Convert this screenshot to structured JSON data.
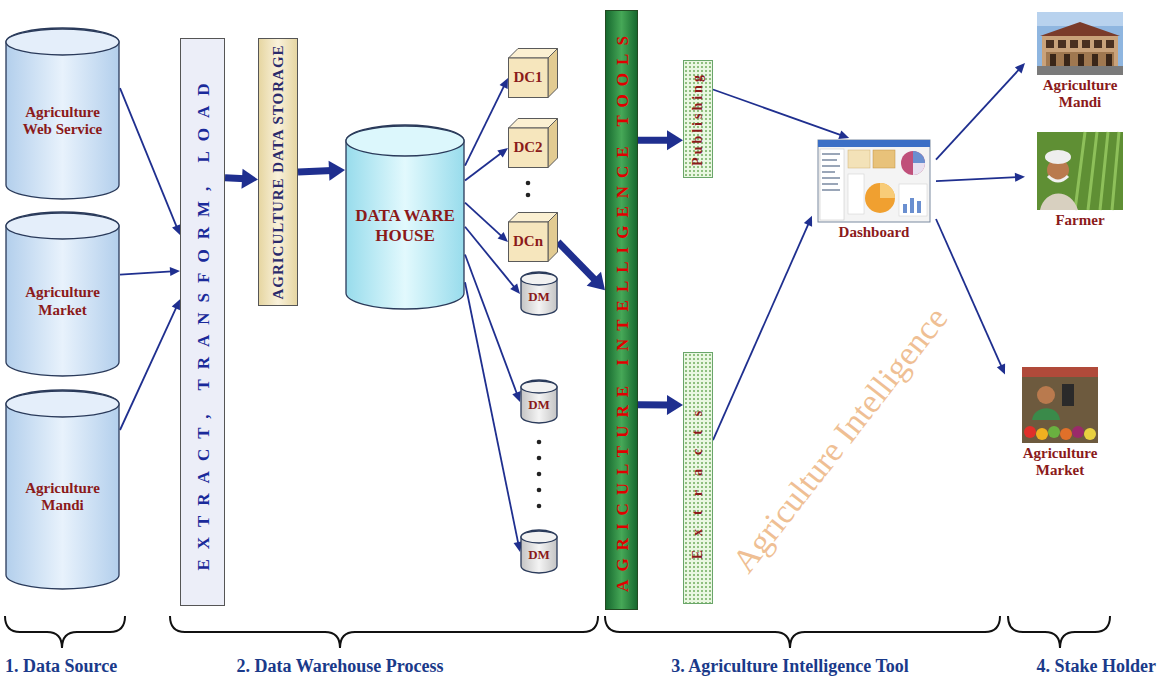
{
  "diagram": {
    "nodes": [
      {
        "text": [
          "Agriculture Web Service"
        ]
      },
      {
        "text": [
          "Agriculture Market"
        ]
      },
      {
        "text": [
          "Agriculture Mandi"
        ]
      },
      {
        "text": [
          "EXTRACT, TRANSFORM, LOAD"
        ]
      },
      {
        "text": [
          "AGRICULTURE DATA STORAGE"
        ]
      },
      {
        "text": [
          "DATA WARE HOUSE"
        ]
      },
      {
        "text": [
          "DC1"
        ]
      },
      {
        "text": [
          "DC2"
        ]
      },
      {
        "text": [
          "DCn"
        ]
      },
      {
        "text": [
          "DM"
        ]
      },
      {
        "text": [
          "DM"
        ]
      },
      {
        "text": [
          "DM"
        ]
      },
      {
        "text": [
          "AGRICULTURE INTELLIGENCE TOOLS"
        ]
      },
      {
        "text": [
          "Publishing"
        ]
      },
      {
        "text": [
          "Extracts"
        ]
      },
      {
        "text": [
          "Dashboard"
        ]
      },
      {
        "text": [
          "Agriculture Mandi"
        ]
      },
      {
        "text": [
          "Farmer"
        ]
      },
      {
        "text": [
          "Agriculture Market"
        ]
      }
    ],
    "edges": [
      {
        "from": 0,
        "to": 3,
        "arrow": "to"
      },
      {
        "from": 1,
        "to": 3,
        "arrow": "to"
      },
      {
        "from": 2,
        "to": 3,
        "arrow": "to"
      },
      {
        "from": 3,
        "to": 4,
        "arrow": "to"
      },
      {
        "from": 4,
        "to": 5,
        "arrow": "to"
      },
      {
        "from": 5,
        "to": 6,
        "arrow": "to"
      },
      {
        "from": 5,
        "to": 7,
        "arrow": "to"
      },
      {
        "from": 5,
        "to": 8,
        "arrow": "to"
      },
      {
        "from": 5,
        "to": 9,
        "arrow": "to"
      },
      {
        "from": 5,
        "to": 10,
        "arrow": "to"
      },
      {
        "from": 5,
        "to": 11,
        "arrow": "to"
      },
      {
        "from": 8,
        "to": 12,
        "arrow": "to"
      },
      {
        "from": 12,
        "to": 13,
        "arrow": "to"
      },
      {
        "from": 12,
        "to": 14,
        "arrow": "to"
      },
      {
        "from": 13,
        "to": 15,
        "arrow": "to"
      },
      {
        "from": 14,
        "to": 15,
        "arrow": "to"
      },
      {
        "from": 15,
        "to": 16,
        "arrow": "to"
      },
      {
        "from": 15,
        "to": 17,
        "arrow": "to"
      },
      {
        "from": 15,
        "to": 18,
        "arrow": "to"
      }
    ],
    "labels": [
      "1. Data Source",
      "2. Data Warehouse Process",
      "3. Agriculture Intelligence Tool",
      "4. Stake Holder",
      "Agriculture Intelligence"
    ]
  }
}
